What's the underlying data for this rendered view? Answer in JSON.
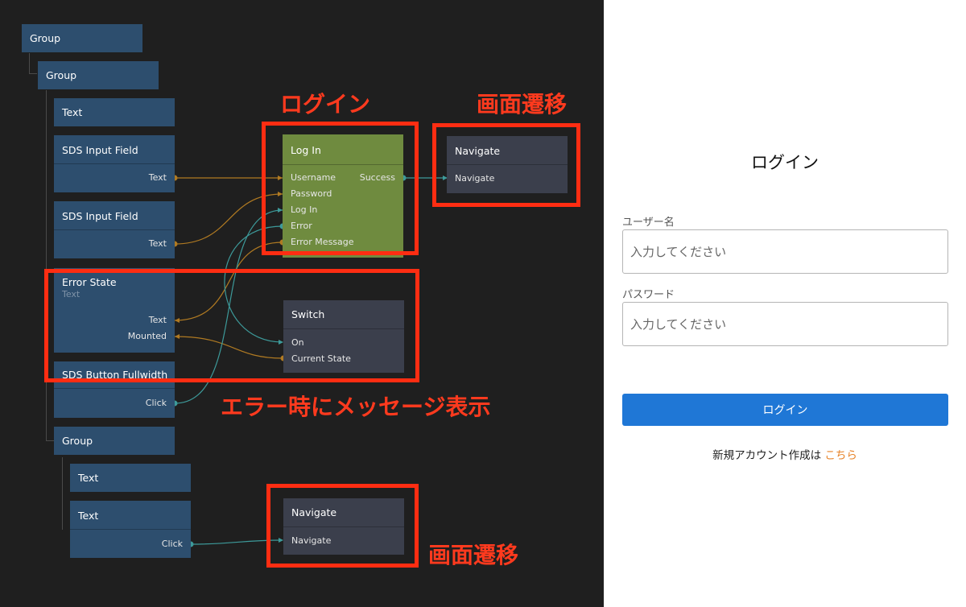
{
  "graph": {
    "nodes": {
      "group1": {
        "title": "Group"
      },
      "group2": {
        "title": "Group"
      },
      "text1": {
        "title": "Text"
      },
      "input1": {
        "title": "SDS Input Field",
        "port_text": "Text"
      },
      "input2": {
        "title": "SDS Input Field",
        "port_text": "Text"
      },
      "error_state": {
        "title": "Error State",
        "subtitle": "Text",
        "port_text": "Text",
        "port_mounted": "Mounted"
      },
      "button": {
        "title": "SDS Button Fullwidth",
        "port_click": "Click"
      },
      "group3": {
        "title": "Group"
      },
      "text2": {
        "title": "Text"
      },
      "text3": {
        "title": "Text",
        "port_click": "Click"
      },
      "login": {
        "title": "Log In",
        "ports_in": [
          "Username",
          "Password",
          "Log In",
          "Error",
          "Error Message"
        ],
        "port_out": "Success"
      },
      "navigate1": {
        "title": "Navigate",
        "port_in": "Navigate"
      },
      "switch": {
        "title": "Switch",
        "ports_in": [
          "On",
          "Current State"
        ]
      },
      "navigate2": {
        "title": "Navigate",
        "port_in": "Navigate"
      }
    },
    "annotations": {
      "login": "ログイン",
      "nav_top": "画面遷移",
      "error": "エラー時にメッセージ表示",
      "nav_bottom": "画面遷移"
    },
    "colors": {
      "canvas_bg": "#1f1f1f",
      "node_blue": "#2d4e6e",
      "node_green": "#6f8b3f",
      "node_grey": "#3b3f4c",
      "wire_data": "#b07a22",
      "wire_signal": "#3d9a9a",
      "highlight": "#ff2d12"
    }
  },
  "preview": {
    "title": "ログイン",
    "username_label": "ユーザー名",
    "username_placeholder": "入力してください",
    "password_label": "パスワード",
    "password_placeholder": "入力してください",
    "login_button": "ログイン",
    "signup_text": "新規アカウント作成は",
    "signup_link": "こちら",
    "accent_color": "#1f77d6",
    "link_color": "#e8842a"
  }
}
